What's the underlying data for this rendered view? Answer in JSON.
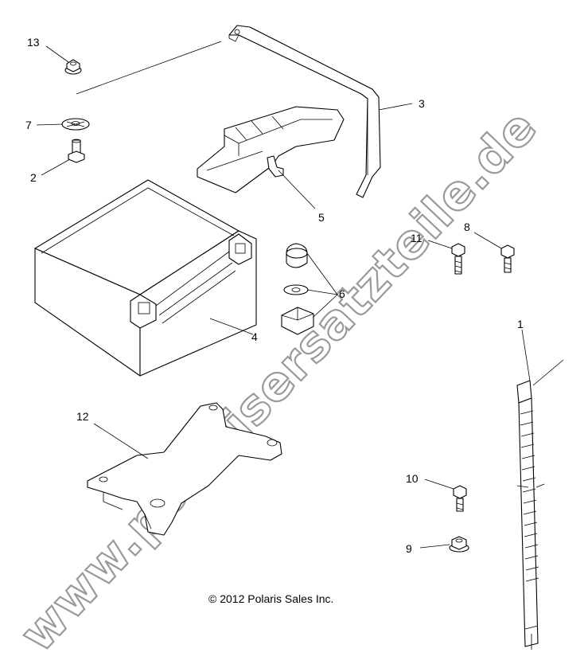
{
  "diagram": {
    "copyright": "© 2012 Polaris Sales Inc.",
    "watermark": "www.polarisersatzteile.de",
    "callouts": {
      "c1": "1",
      "c2": "2",
      "c3": "3",
      "c4": "4",
      "c5": "5",
      "c6": "6",
      "c7": "7",
      "c8": "8",
      "c9": "9",
      "c10": "10",
      "c11": "11",
      "c12": "12",
      "c13": "13"
    }
  }
}
